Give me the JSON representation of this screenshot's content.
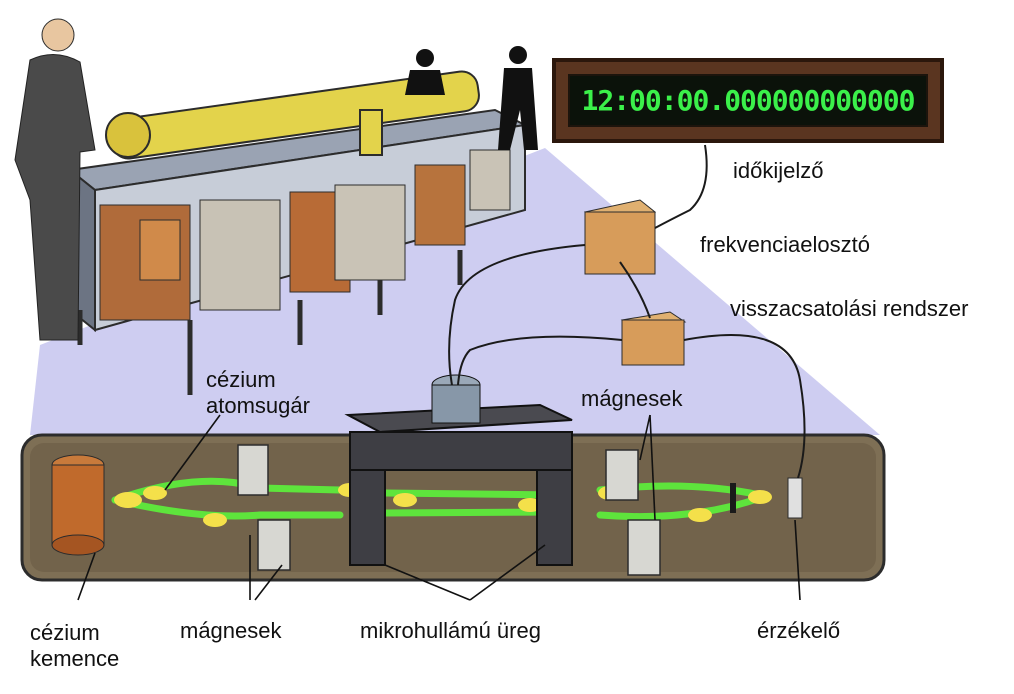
{
  "clock_display": {
    "time": "12:00:00.000000000000"
  },
  "labels": {
    "time_display": "időkijelző",
    "frequency_divider": "frekvenciaelosztó",
    "feedback_system": "visszacsatolási rendszer",
    "cesium_beam": "cézium\natomsugár",
    "magnets_top": "mágnesek",
    "cesium_oven": "cézium\nkemence",
    "magnets_bottom": "mágnesek",
    "microwave_cavity": "mikrohullámú üreg",
    "detector": "érzékelő"
  }
}
